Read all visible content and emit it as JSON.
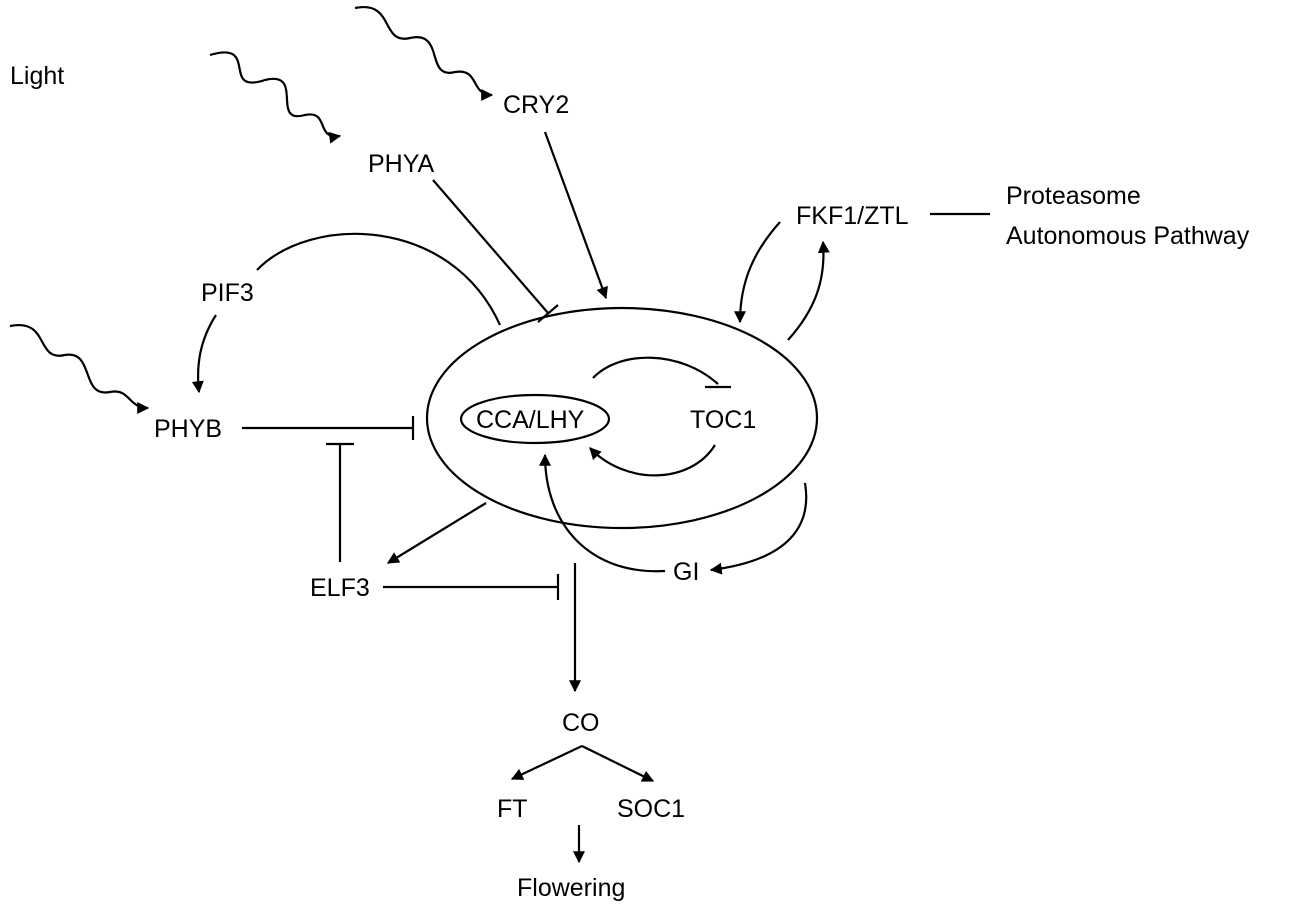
{
  "colors": {
    "ink": "#000000",
    "background": "#ffffff"
  },
  "labels": {
    "light": "Light",
    "cry2": "CRY2",
    "phya": "PHYA",
    "fkf1_ztl": "FKF1/ZTL",
    "proteasome": "Proteasome",
    "autonomous": "Autonomous Pathway",
    "pif3": "PIF3",
    "phyb": "PHYB",
    "cca_lhy": "CCA/LHY",
    "toc1": "TOC1",
    "elf3": "ELF3",
    "gi": "GI",
    "co": "CO",
    "ft": "FT",
    "soc1": "SOC1",
    "flowering": "Flowering"
  },
  "icons": {
    "light_wave": "wavy-arrow",
    "activation": "arrow-head",
    "inhibition": "t-bar"
  }
}
